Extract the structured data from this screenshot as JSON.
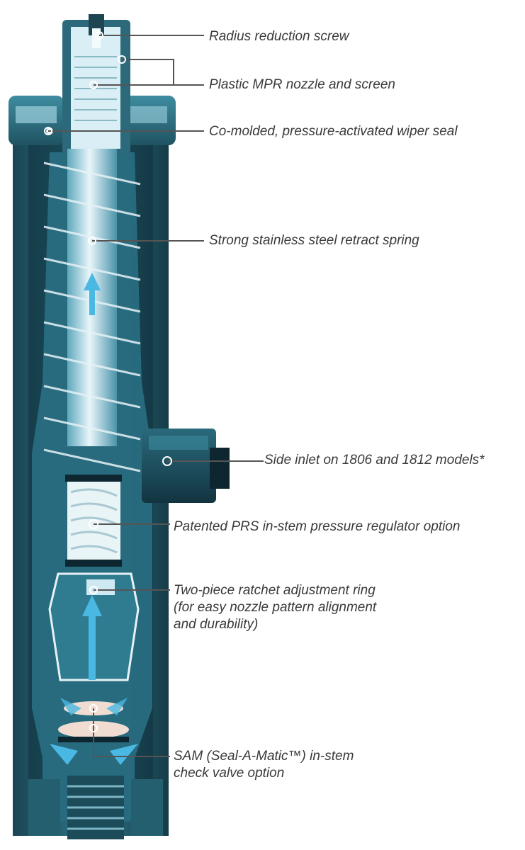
{
  "colors": {
    "body_dark": "#163d4a",
    "body_mid": "#2d6f82",
    "body_light": "#6fb3c6",
    "steel": "#cfe9f2",
    "spring": "#e6f2f6",
    "flow_arrow": "#49b8e2",
    "leader": "#555555",
    "label_text": "#3a3a3a"
  },
  "callouts": [
    {
      "id": "radius-reduction-screw",
      "lines": [
        "Radius reduction screw"
      ]
    },
    {
      "id": "mpr-nozzle",
      "lines": [
        "Plastic MPR nozzle and screen"
      ]
    },
    {
      "id": "wiper-seal",
      "lines": [
        "Co-molded, pressure-activated wiper seal"
      ]
    },
    {
      "id": "retract-spring",
      "lines": [
        "Strong stainless steel retract spring"
      ]
    },
    {
      "id": "side-inlet",
      "lines": [
        "Side inlet on 1806 and 1812 models*"
      ]
    },
    {
      "id": "prs-regulator",
      "lines": [
        "Patented PRS in-stem pressure regulator option"
      ]
    },
    {
      "id": "ratchet-ring",
      "lines": [
        "Two-piece ratchet adjustment ring",
        "(for easy nozzle pattern alignment",
        "and durability)"
      ]
    },
    {
      "id": "sam-valve",
      "lines": [
        "SAM (Seal-A-Matic™) in-stem",
        "check valve option"
      ]
    }
  ]
}
